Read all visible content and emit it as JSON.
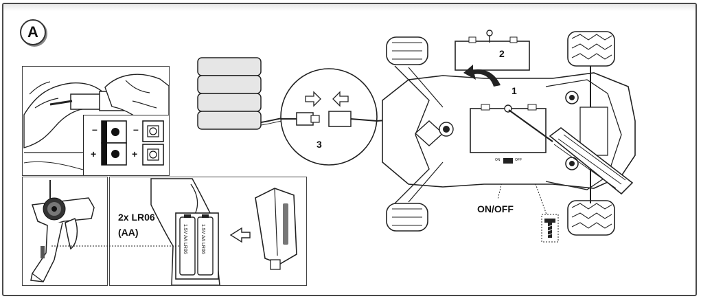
{
  "badge": {
    "letter": "A"
  },
  "callouts": {
    "step1": "1",
    "step2": "2",
    "step3": "3",
    "on_off": "ON/OFF",
    "batteries_line1": "2x LR06",
    "batteries_line2": "(AA)"
  },
  "polarity": {
    "minus_top_left": "–",
    "plus_bottom_left": "+",
    "minus_top_right": "–",
    "plus_bottom_right": "+"
  },
  "battery_cell_labels": [
    "1.5V AA LR06",
    "1.5V AA LR06"
  ],
  "switch_markings": {
    "on": "ON",
    "off": "OFF"
  },
  "colors": {
    "line": "#1a1a1a",
    "pack_fill": "#e6e6e6",
    "frame": "#4a4a4a"
  }
}
